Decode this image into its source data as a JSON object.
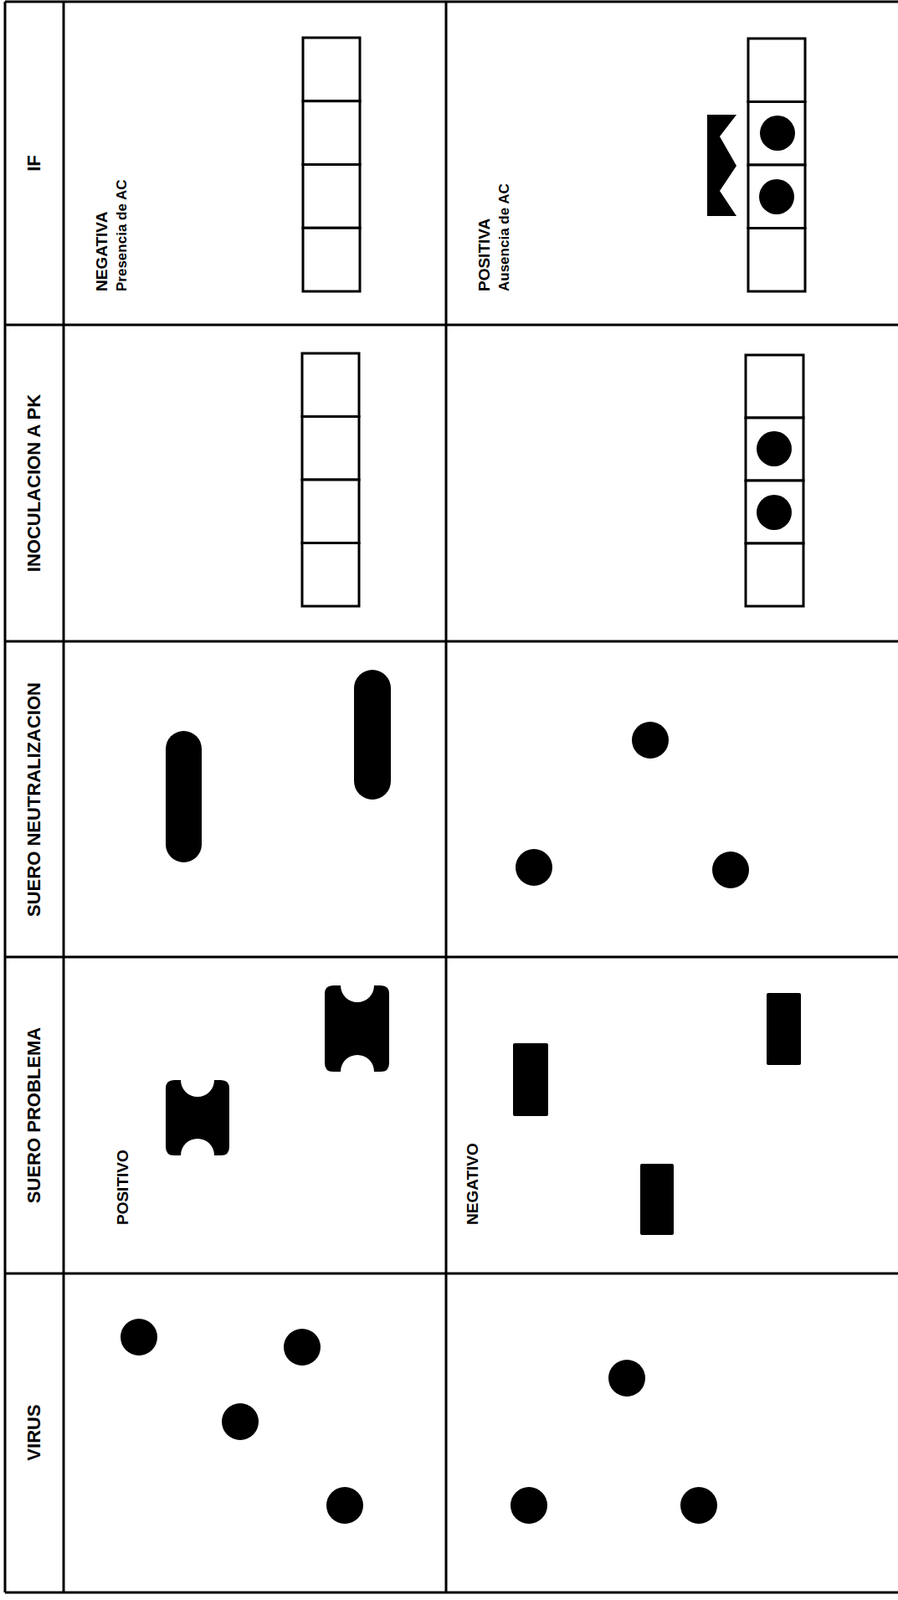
{
  "diagram": {
    "labels": [
      "IF",
      "NEGATIVA",
      "Presencia de AC",
      "POSITIVA",
      "Ausencia de AC",
      "INOCULACION A PK",
      "SUERO NEUTRALIZACION",
      "SUERO PROBLEMA",
      "POSITIVO",
      "NEGATIVO",
      "VIRUS"
    ]
  }
}
